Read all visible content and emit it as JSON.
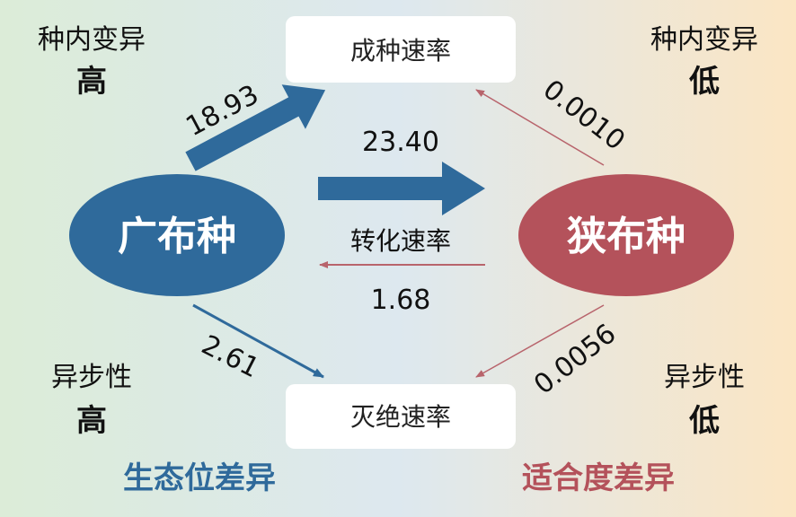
{
  "nodes": {
    "broad": "广布种",
    "narrow": "狭布种",
    "speciation": "成种速率",
    "extinction": "灭绝速率",
    "transition": "转化速率"
  },
  "rates": {
    "broad_speciation": "18.93",
    "broad_to_narrow": "23.40",
    "narrow_to_broad": "1.68",
    "broad_extinction": "2.61",
    "narrow_speciation": "0.0010",
    "narrow_extinction": "0.0056"
  },
  "left": {
    "variation_label": "种内变异",
    "variation_value": "高",
    "asynchrony_label": "异步性",
    "asynchrony_value": "高",
    "footer": "生态位差异"
  },
  "right": {
    "variation_label": "种内变异",
    "variation_value": "低",
    "asynchrony_label": "异步性",
    "asynchrony_value": "低",
    "footer": "适合度差异"
  },
  "colors": {
    "broad": "#2f6a9b",
    "narrow": "#b4525b",
    "arrow_red": "#b8646c"
  }
}
